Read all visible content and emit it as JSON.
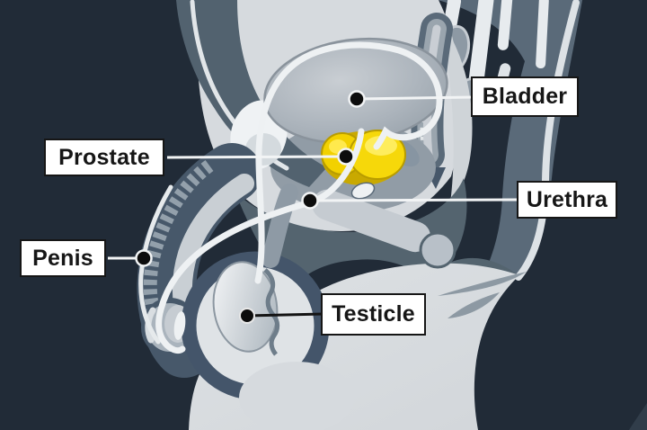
{
  "diagram": {
    "labels": {
      "bladder": "Bladder",
      "prostate": "Prostate",
      "urethra": "Urethra",
      "penis": "Penis",
      "testicle": "Testicle"
    },
    "colors": {
      "background": "#212b37",
      "body_slate": "#5a6a79",
      "body_slate_dark": "#47586a",
      "body_light": "#d6dade",
      "organ_gray": "#99a2ab",
      "prostate_yellow": "#f2d100",
      "tube_white": "#eef1f3",
      "label_background": "#ffffff",
      "label_border": "#161616",
      "label_text": "#161616",
      "marker_dot": "#0d0d0d",
      "leader_light": "#f2f4f5",
      "leader_dark": "#141414"
    }
  }
}
